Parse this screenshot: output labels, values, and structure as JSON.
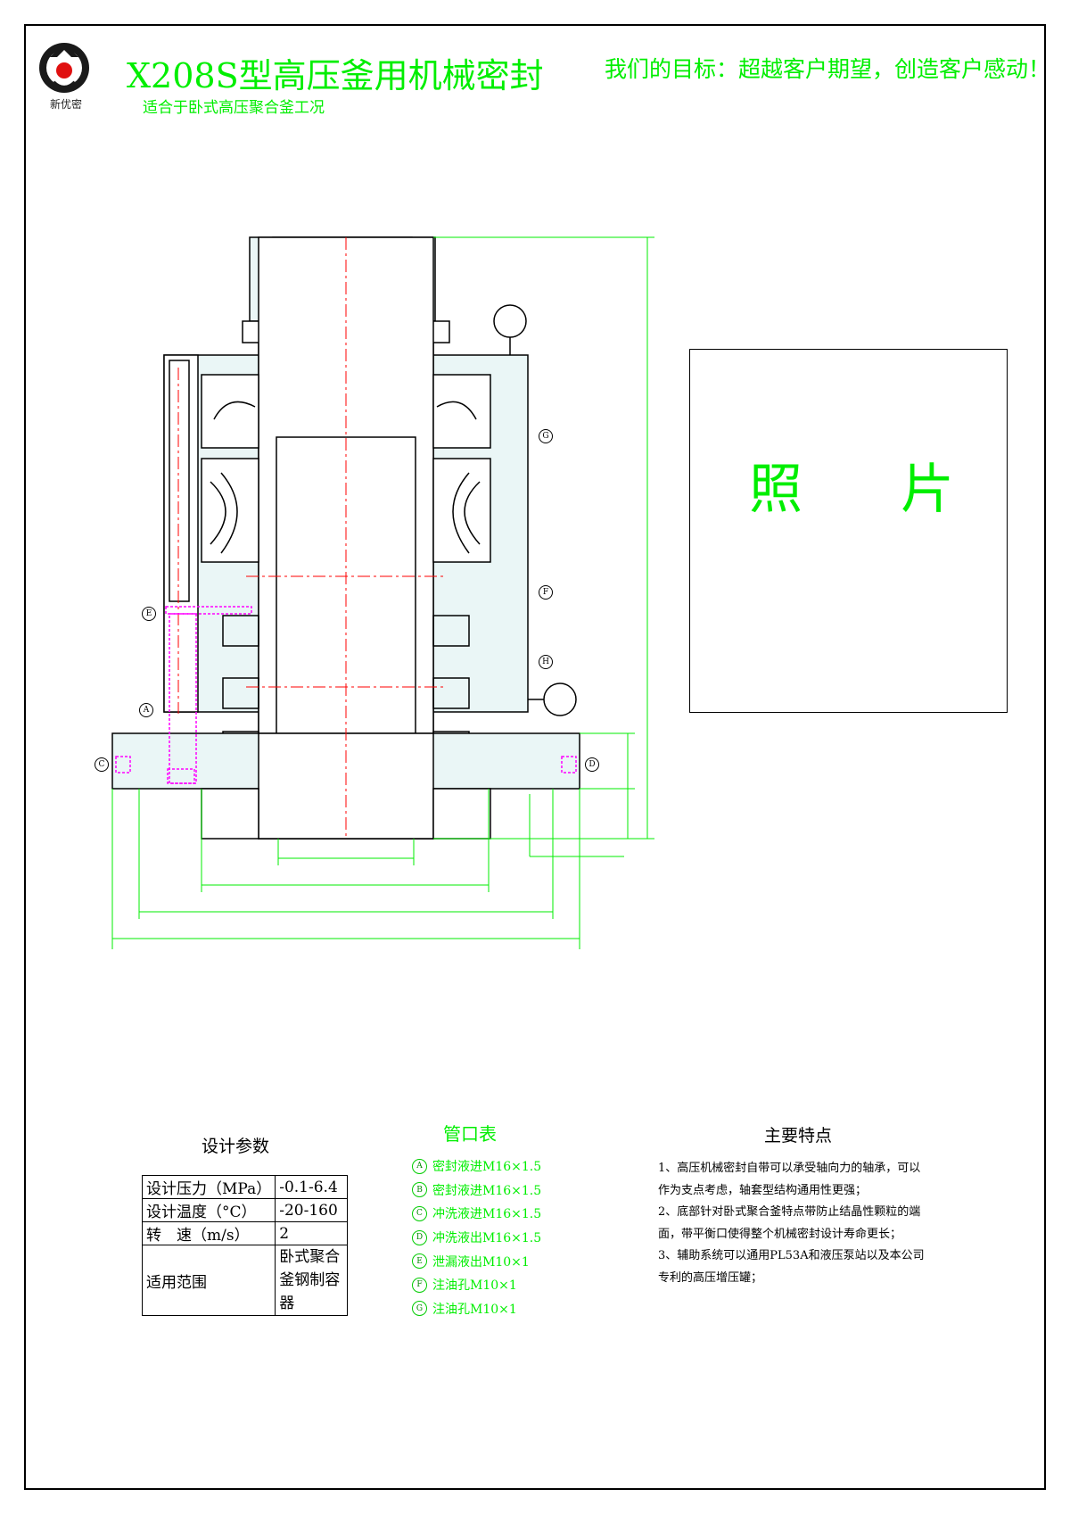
{
  "header": {
    "title": "X208S型高压釜用机械密封",
    "subtitle": "适合于卧式高压聚合釜工况",
    "slogan": "我们的目标：超越客户期望，创造客户感动！",
    "logo_caption": "新优密"
  },
  "photo": {
    "char_1": "照",
    "char_2": "片"
  },
  "design_params": {
    "title": "设计参数",
    "rows": [
      {
        "key": "设计压力（MPa）",
        "value": "-0.1-6.4"
      },
      {
        "key": "设计温度（°C）",
        "value": "-20-160"
      },
      {
        "key": "转　速（m/s）",
        "value": "2"
      },
      {
        "key": "适用范围",
        "value": "卧式聚合釜钢制容器"
      }
    ]
  },
  "ports": {
    "title": "管口表",
    "items": [
      {
        "mark": "A",
        "label": "密封液进M16×1.5"
      },
      {
        "mark": "B",
        "label": "密封液进M16×1.5"
      },
      {
        "mark": "C",
        "label": "冲洗液进M16×1.5"
      },
      {
        "mark": "D",
        "label": "冲洗液出M16×1.5"
      },
      {
        "mark": "E",
        "label": "泄漏液出M10×1"
      },
      {
        "mark": "F",
        "label": "注油孔M10×1"
      },
      {
        "mark": "G",
        "label": "注油孔M10×1"
      }
    ]
  },
  "features": {
    "title": "主要特点",
    "items": [
      "1、高压机械密封自带可以承受轴向力的轴承，可以作为支点考虑，轴套型结构通用性更强；",
      "2、底部针对卧式聚合釜特点带防止结晶性颗粒的端面，带平衡口使得整个机械密封设计寿命更长；",
      "3、辅助系统可以通用PL53A和液压泵站以及本公司专利的高压增压罐；"
    ]
  },
  "drawing_marks": {
    "a": "A",
    "c": "C",
    "d": "D",
    "e": "E",
    "f": "F",
    "g": "G",
    "h": "H"
  },
  "colors": {
    "line": "#000000",
    "dimension": "#00ee00",
    "hatch": "#00aaaa",
    "centerline": "#ff0000",
    "flush": "#ff00ff"
  }
}
